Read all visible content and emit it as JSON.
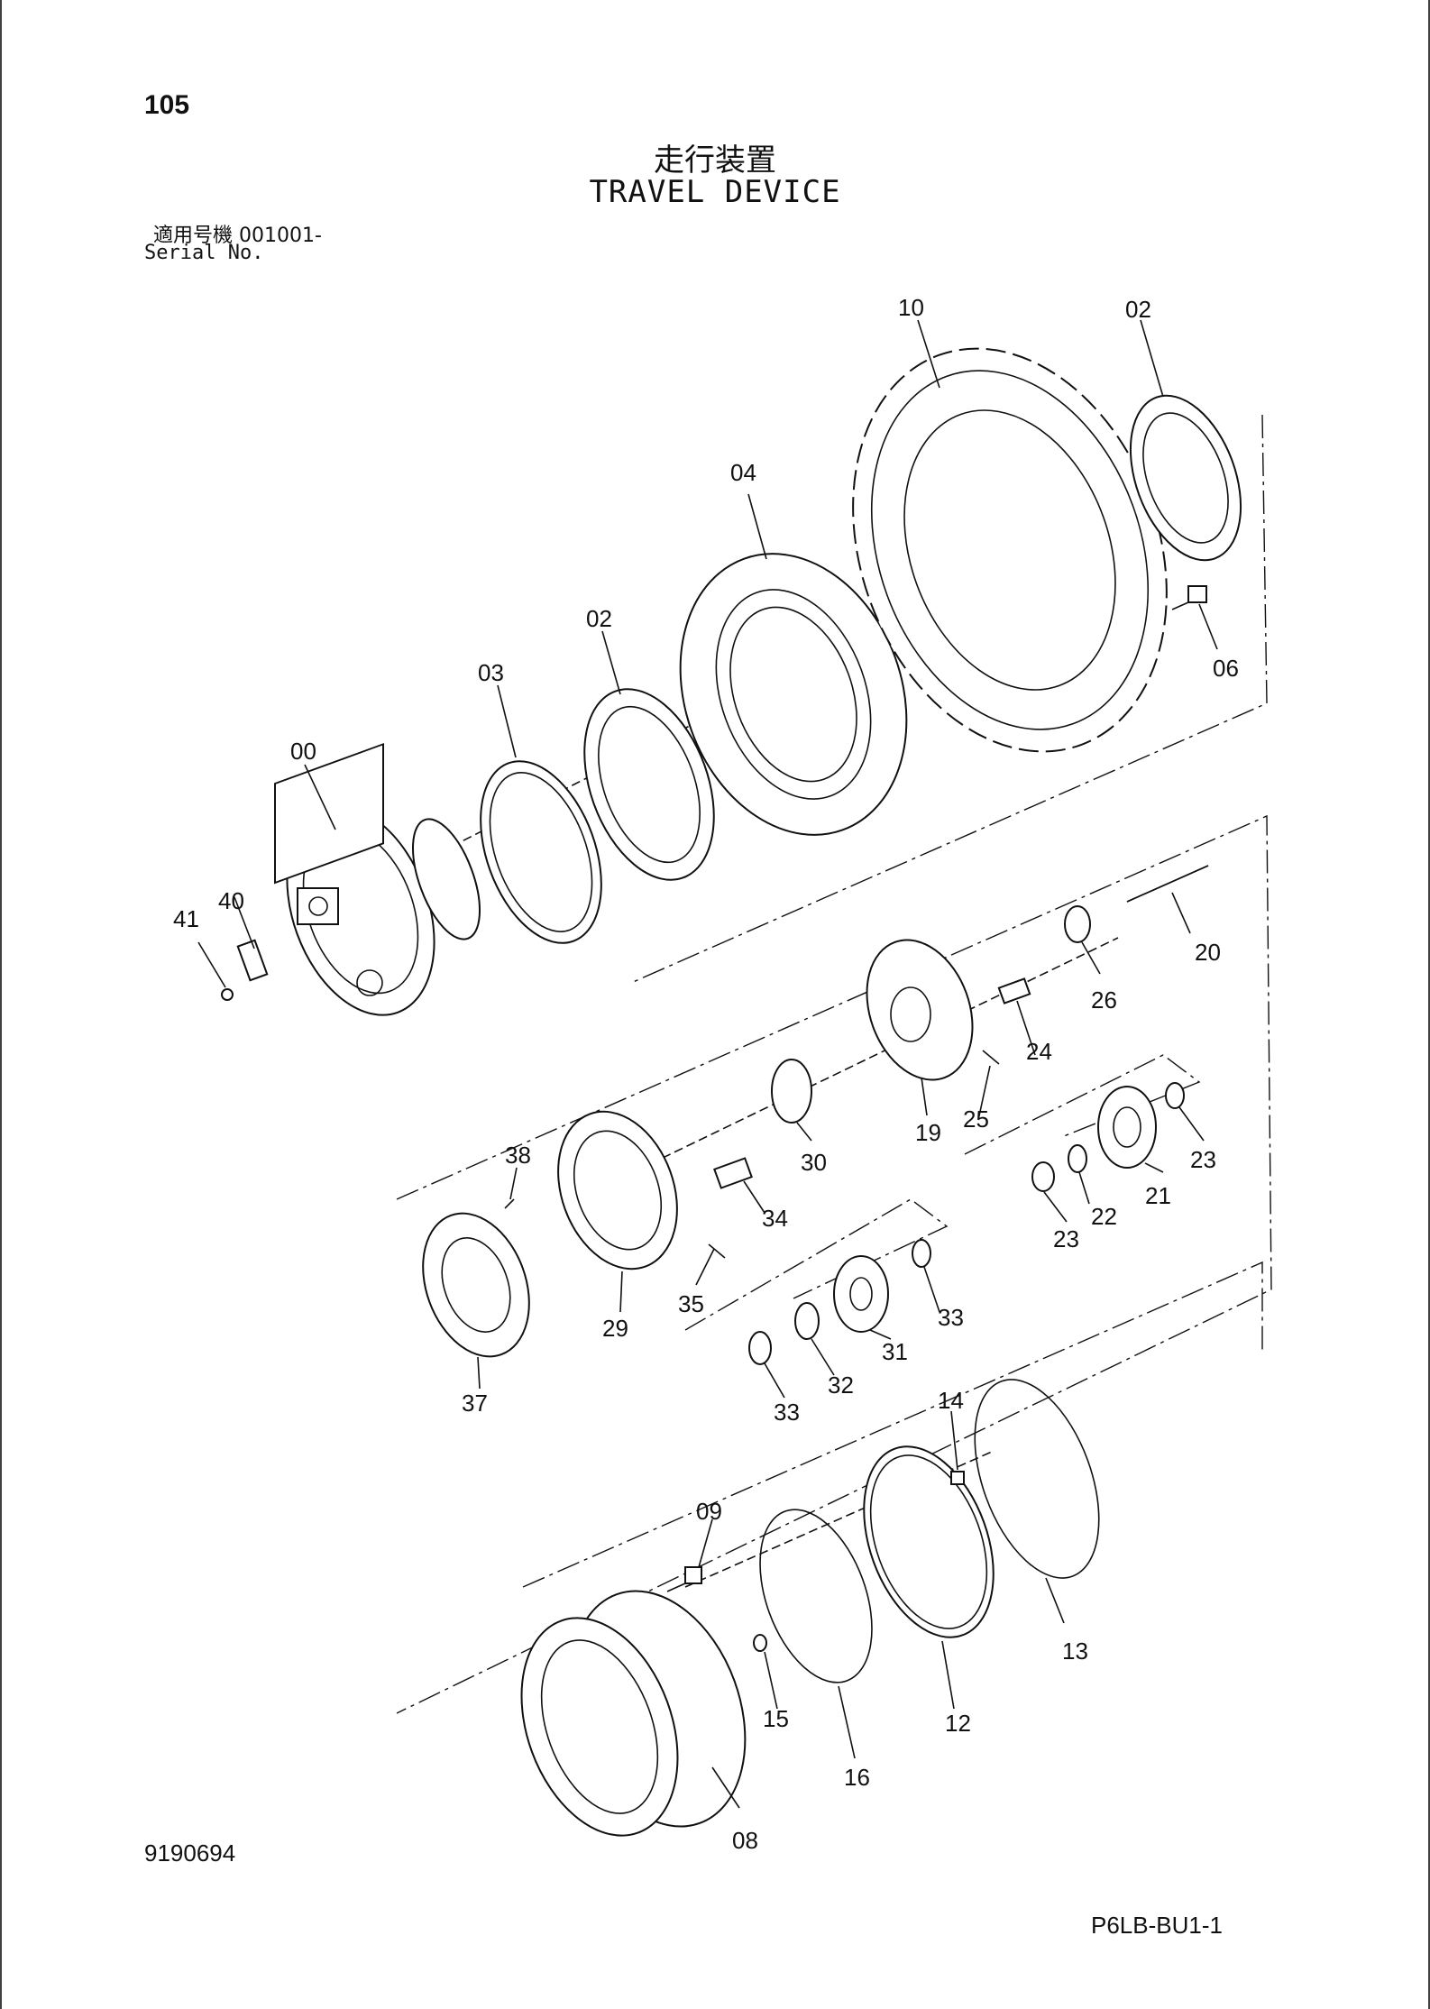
{
  "header": {
    "page_number": "105",
    "title_jp": "走行装置",
    "title_en": "TRAVEL DEVICE",
    "serial_jp": "適用号機 001001-",
    "serial_en": "Serial No."
  },
  "footer": {
    "doc_number": "9190694",
    "ref_code": "P6LB-BU1-1"
  },
  "parts": {
    "p00": "00",
    "p02a": "02",
    "p02b": "02",
    "p03": "03",
    "p04": "04",
    "p06": "06",
    "p08": "08",
    "p09": "09",
    "p10": "10",
    "p12": "12",
    "p13": "13",
    "p14": "14",
    "p15": "15",
    "p16": "16",
    "p19": "19",
    "p20": "20",
    "p21": "21",
    "p22": "22",
    "p23a": "23",
    "p23b": "23",
    "p24": "24",
    "p25": "25",
    "p26": "26",
    "p29": "29",
    "p30": "30",
    "p31": "31",
    "p32": "32",
    "p33a": "33",
    "p33b": "33",
    "p34": "34",
    "p35": "35",
    "p37": "37",
    "p38": "38",
    "p40": "40",
    "p41": "41"
  }
}
